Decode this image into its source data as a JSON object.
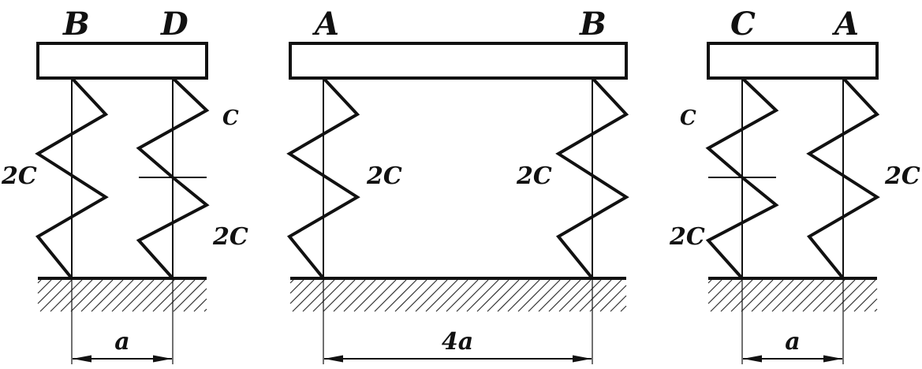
{
  "figures": [
    {
      "top_labels": [
        "B",
        "D"
      ],
      "spring_labels": [
        "2C",
        "C",
        "2C"
      ],
      "dimension": "a"
    },
    {
      "top_labels": [
        "A",
        "B"
      ],
      "spring_labels": [
        "2C",
        "2C"
      ],
      "dimension": "4a"
    },
    {
      "top_labels": [
        "C",
        "A"
      ],
      "spring_labels": [
        "C",
        "2C",
        "2C"
      ],
      "dimension": "a"
    }
  ]
}
